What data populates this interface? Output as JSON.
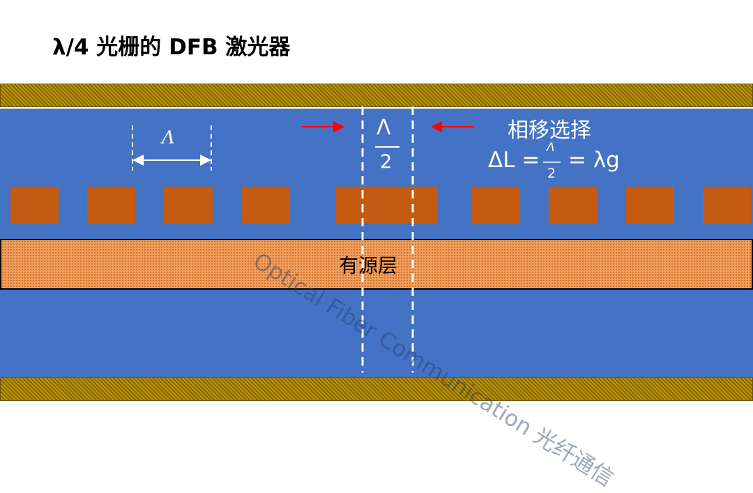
{
  "title": "λ/4 光栅的 DFB 激光器",
  "period_label": "Λ",
  "half_period": {
    "numerator": "Λ",
    "denominator": "2"
  },
  "phase_shift": {
    "label": "相移选择",
    "formula_left": "ΔL =",
    "formula_num": "Λ",
    "formula_den": "2",
    "formula_right": "= λg"
  },
  "active_layer_label": "有源层",
  "watermark": "Optical Fiber Communication 光纤通信",
  "colors": {
    "cladding": "#4472c4",
    "grating": "#c55a11",
    "arrow": "#ff0000"
  }
}
